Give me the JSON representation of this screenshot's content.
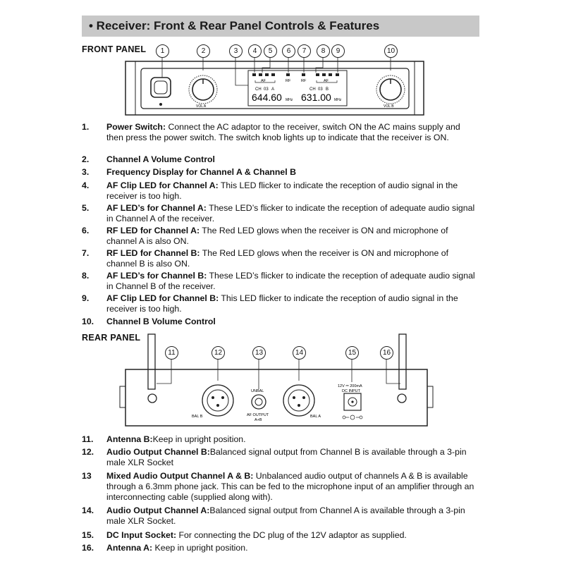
{
  "header": {
    "title": "• Receiver: Front & Rear Panel Controls & Features"
  },
  "front_panel": {
    "label": "FRONT PANEL",
    "callouts": [
      "1",
      "2",
      "3",
      "4",
      "5",
      "6",
      "7",
      "8",
      "9",
      "10"
    ],
    "panel_text": {
      "af_left": "AF",
      "rf_a": "RF",
      "rf_b": "RF",
      "af_right": "AF",
      "ch_a": "CH",
      "ch_a_num": "03",
      "ch_a_letter": "A",
      "ch_b": "CH",
      "ch_b_num": "03",
      "ch_b_letter": "B",
      "freq_a": "644.60",
      "freq_b": "631.00",
      "mhz": "MHz",
      "vol_a": "VOL A",
      "vol_b": "VOL B"
    }
  },
  "front_items": [
    {
      "num": "1.",
      "title": "Power Switch:",
      "text": " Connect the AC adaptor to the receiver, switch ON the AC mains supply and then press the power switch. The switch knob lights up to indicate that the receiver is ON."
    },
    {
      "num": "2.",
      "title": "Channel A Volume Control",
      "text": ""
    },
    {
      "num": "3.",
      "title": "Frequency Display for Channel A & Channel B",
      "text": ""
    },
    {
      "num": "4.",
      "title": "AF Clip LED for Channel A:",
      "text": " This LED flicker to indicate the reception of audio signal in the receiver is too high."
    },
    {
      "num": "5.",
      "title": "AF LED’s for Channel A:",
      "text": " These LED’s flicker to indicate the reception of adequate audio signal in Channel A of the receiver."
    },
    {
      "num": "6.",
      "title": "RF LED for Channel A:",
      "text": " The Red LED glows when the receiver is ON and microphone of channel A is also ON."
    },
    {
      "num": "7.",
      "title": "RF LED for Channel B:",
      "text": " The Red LED glows when the receiver is ON and microphone of channel B is also ON."
    },
    {
      "num": "8.",
      "title": "AF LED’s for Channel B:",
      "text": " These LED’s flicker to indicate the reception of adequate audio signal in Channel B of the receiver."
    },
    {
      "num": "9.",
      "title": "AF Clip LED for Channel B:",
      "text": " This LED flicker to indicate the reception of audio signal in the receiver is too high."
    },
    {
      "num": "10.",
      "title": "Channel B Volume Control",
      "text": ""
    }
  ],
  "rear_panel": {
    "label": "REAR PANEL",
    "callouts": [
      "11",
      "12",
      "13",
      "14",
      "15",
      "16"
    ],
    "panel_text": {
      "bal_b": "BAL B",
      "unbal": "UNBAL",
      "af_output": "AF OUTPUT",
      "a_plus_b": "A+B",
      "bal_a": "BAL A",
      "dc_rating": "12V ⎓ 200mA",
      "dc_input": "DC INPUT"
    }
  },
  "rear_items": [
    {
      "num": "11.",
      "title": "Antenna B:",
      "text": "Keep in upright position."
    },
    {
      "num": "12.",
      "title": "Audio Output Channel B:",
      "text": "Balanced signal output from Channel B is available through a 3-pin male XLR Socket"
    },
    {
      "num": "13",
      "title": "Mixed Audio Output Channel A & B:",
      "text": " Unbalanced audio output of channels A & B is available through a 6.3mm phone jack. This can be fed to the microphone input of an amplifier through an interconnecting cable (supplied along with)."
    },
    {
      "num": "14.",
      "title": "Audio Output Channel A:",
      "text": "Balanced signal output from Channel A is available through a 3-pin male XLR Socket."
    },
    {
      "num": "15.",
      "title": "DC Input Socket:",
      "text": " For connecting the DC plug of the 12V adaptor as supplied."
    },
    {
      "num": "16.",
      "title": "Antenna A:",
      "text": " Keep in upright position."
    }
  ]
}
